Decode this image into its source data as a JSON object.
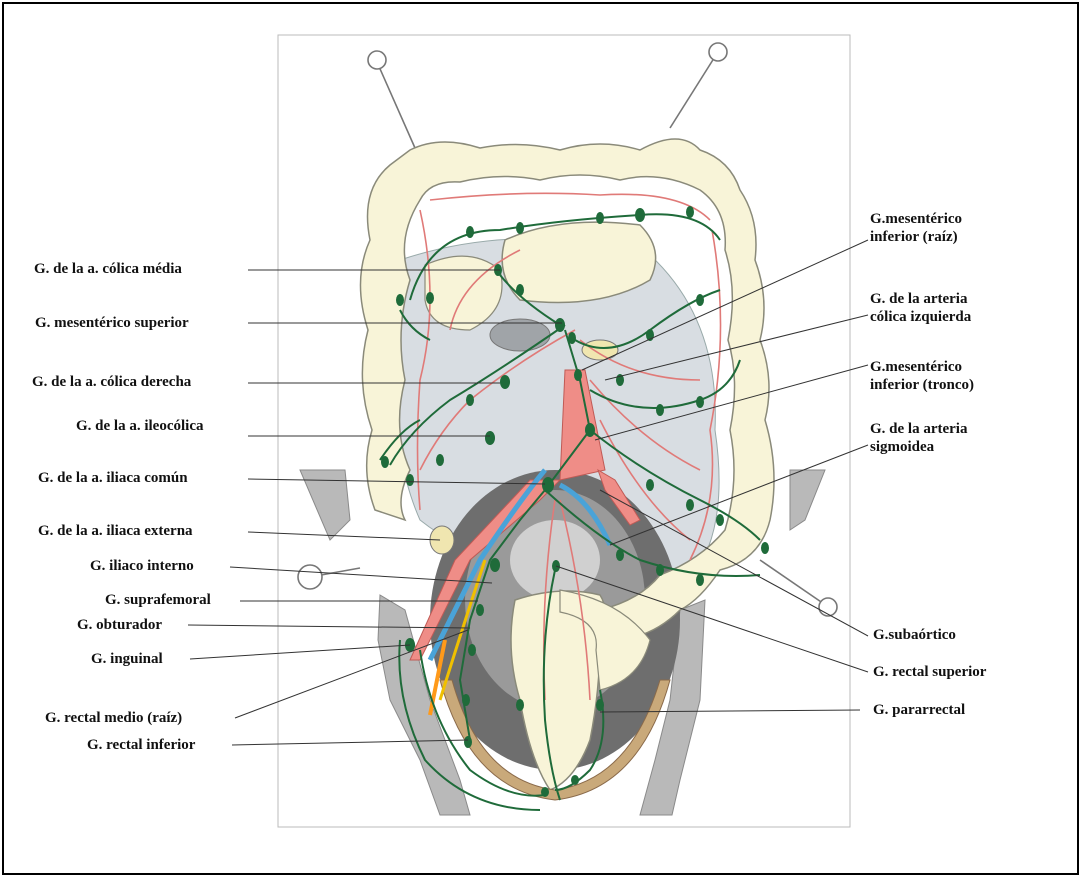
{
  "colors": {
    "colon_fill": "#f8f4d8",
    "colon_stroke": "#8a8a7a",
    "node_green": "#1f6b3a",
    "vessel_red": "#e07a78",
    "vein_blue": "#4aa3d8",
    "peritoneum_gray": "#d8dde2",
    "bone_gray": "#b9b9b9",
    "leader_line": "#333333"
  },
  "labels_left": [
    "G. de la a. cólica média",
    "G. mesentérico superior",
    "G. de la a. cólica derecha",
    "G. de la a. ileocólica",
    "G. de la a. iliaca común",
    "G. de la a. iliaca externa",
    "G. iliaco interno",
    "G. suprafemoral",
    "G. obturador",
    "G. inguinal",
    "G. rectal medio (raíz)",
    "G. rectal inferior"
  ],
  "labels_right": [
    [
      "G.mesentérico",
      "inferior (raíz)"
    ],
    [
      "G. de la arteria",
      "cólica izquierda"
    ],
    [
      "G.mesentérico",
      "inferior (tronco)"
    ],
    [
      "G. de la arteria",
      "sigmoidea"
    ],
    [
      "G.subaórtico"
    ],
    [
      "G. rectal superior"
    ],
    [
      "G. pararrectal"
    ]
  ]
}
